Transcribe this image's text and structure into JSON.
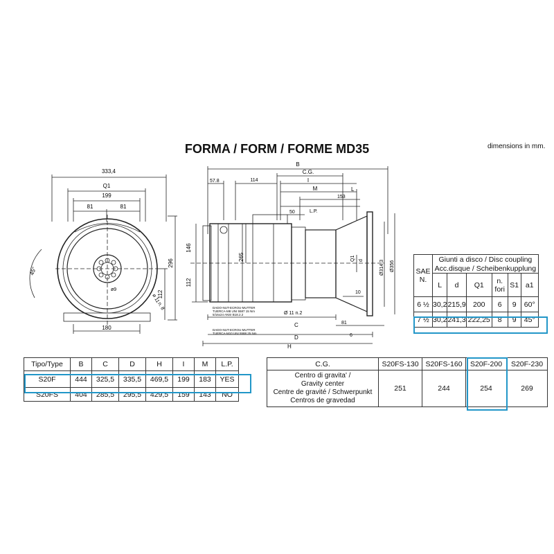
{
  "header": {
    "title": "FORMA / FORM / FORME MD35",
    "dimensions_note": "dimensions in mm."
  },
  "front_view": {
    "dims": {
      "width_total": "333,4",
      "q1": "Q1",
      "d199": "199",
      "d81a": "81",
      "d81b": "81",
      "height": "296",
      "d112": "112",
      "d180": "180",
      "angle": "45°",
      "hole9": "ø9",
      "hole11": "ø 11",
      "holes_count": "n. 8"
    }
  },
  "side_view": {
    "dims": {
      "B": "B",
      "CG": "C.G.",
      "I": "I",
      "M": "M",
      "L": "L",
      "d57_8": "57.8",
      "d114": "114",
      "d153": "153",
      "d50": "50",
      "LP": "L.P.",
      "d146": "146",
      "d112": "112",
      "d265": "265",
      "d11n2": "Ø 11  n.2",
      "C": "C",
      "d81": "81",
      "D": "D",
      "H": "H",
      "d6": "6",
      "d10": "10",
      "Q1": "Q1",
      "d": "d",
      "d314": "Ø314,3",
      "d356": "Ø356",
      "note1a": "DADO-NUT-ECROU-MUTTER",
      "note1b": "TUERCA-M8 UNI 5587 15 Nm",
      "note1c": "5/16x24 ANSI B18.2.2",
      "note2a": "DADO-NUT-ECROU-MUTTER",
      "note2b": "TUERCA-M10 UNI 5588 25 Nm"
    }
  },
  "disc_table": {
    "header_top": "Giunti a disco / Disc coupling",
    "header_mid": "Acc.disque / Scheibenkupplung",
    "columns": [
      "SAE N.",
      "L",
      "d",
      "Q1",
      "n. fori",
      "S1",
      "a1"
    ],
    "rows": [
      [
        "6 ½",
        "30,2",
        "215,9",
        "200",
        "6",
        "9",
        "60°"
      ],
      [
        "7 ½",
        "30,2",
        "241,3",
        "222,25",
        "8",
        "9",
        "45°"
      ]
    ]
  },
  "type_table": {
    "columns": [
      "Tipo/Type",
      "B",
      "C",
      "D",
      "H",
      "I",
      "M",
      "L.P."
    ],
    "rows": [
      [
        "S20F",
        "444",
        "325,5",
        "335,5",
        "469,5",
        "199",
        "183",
        "YES"
      ],
      [
        "S20FS",
        "404",
        "285,5",
        "295,5",
        "429,5",
        "159",
        "143",
        "NO"
      ]
    ]
  },
  "cg_table": {
    "header_label": "C.G.",
    "columns": [
      "S20FS-130",
      "S20FS-160",
      "S20F-200",
      "S20F-230"
    ],
    "row_label_lines": [
      "Centro di gravita' /",
      "Gravity center",
      "Centre de gravité / Schwerpunkt",
      "Centros de gravedad"
    ],
    "values": [
      "251",
      "244",
      "254",
      "269"
    ]
  },
  "colors": {
    "highlight": "#2196c8",
    "line": "#222222"
  }
}
